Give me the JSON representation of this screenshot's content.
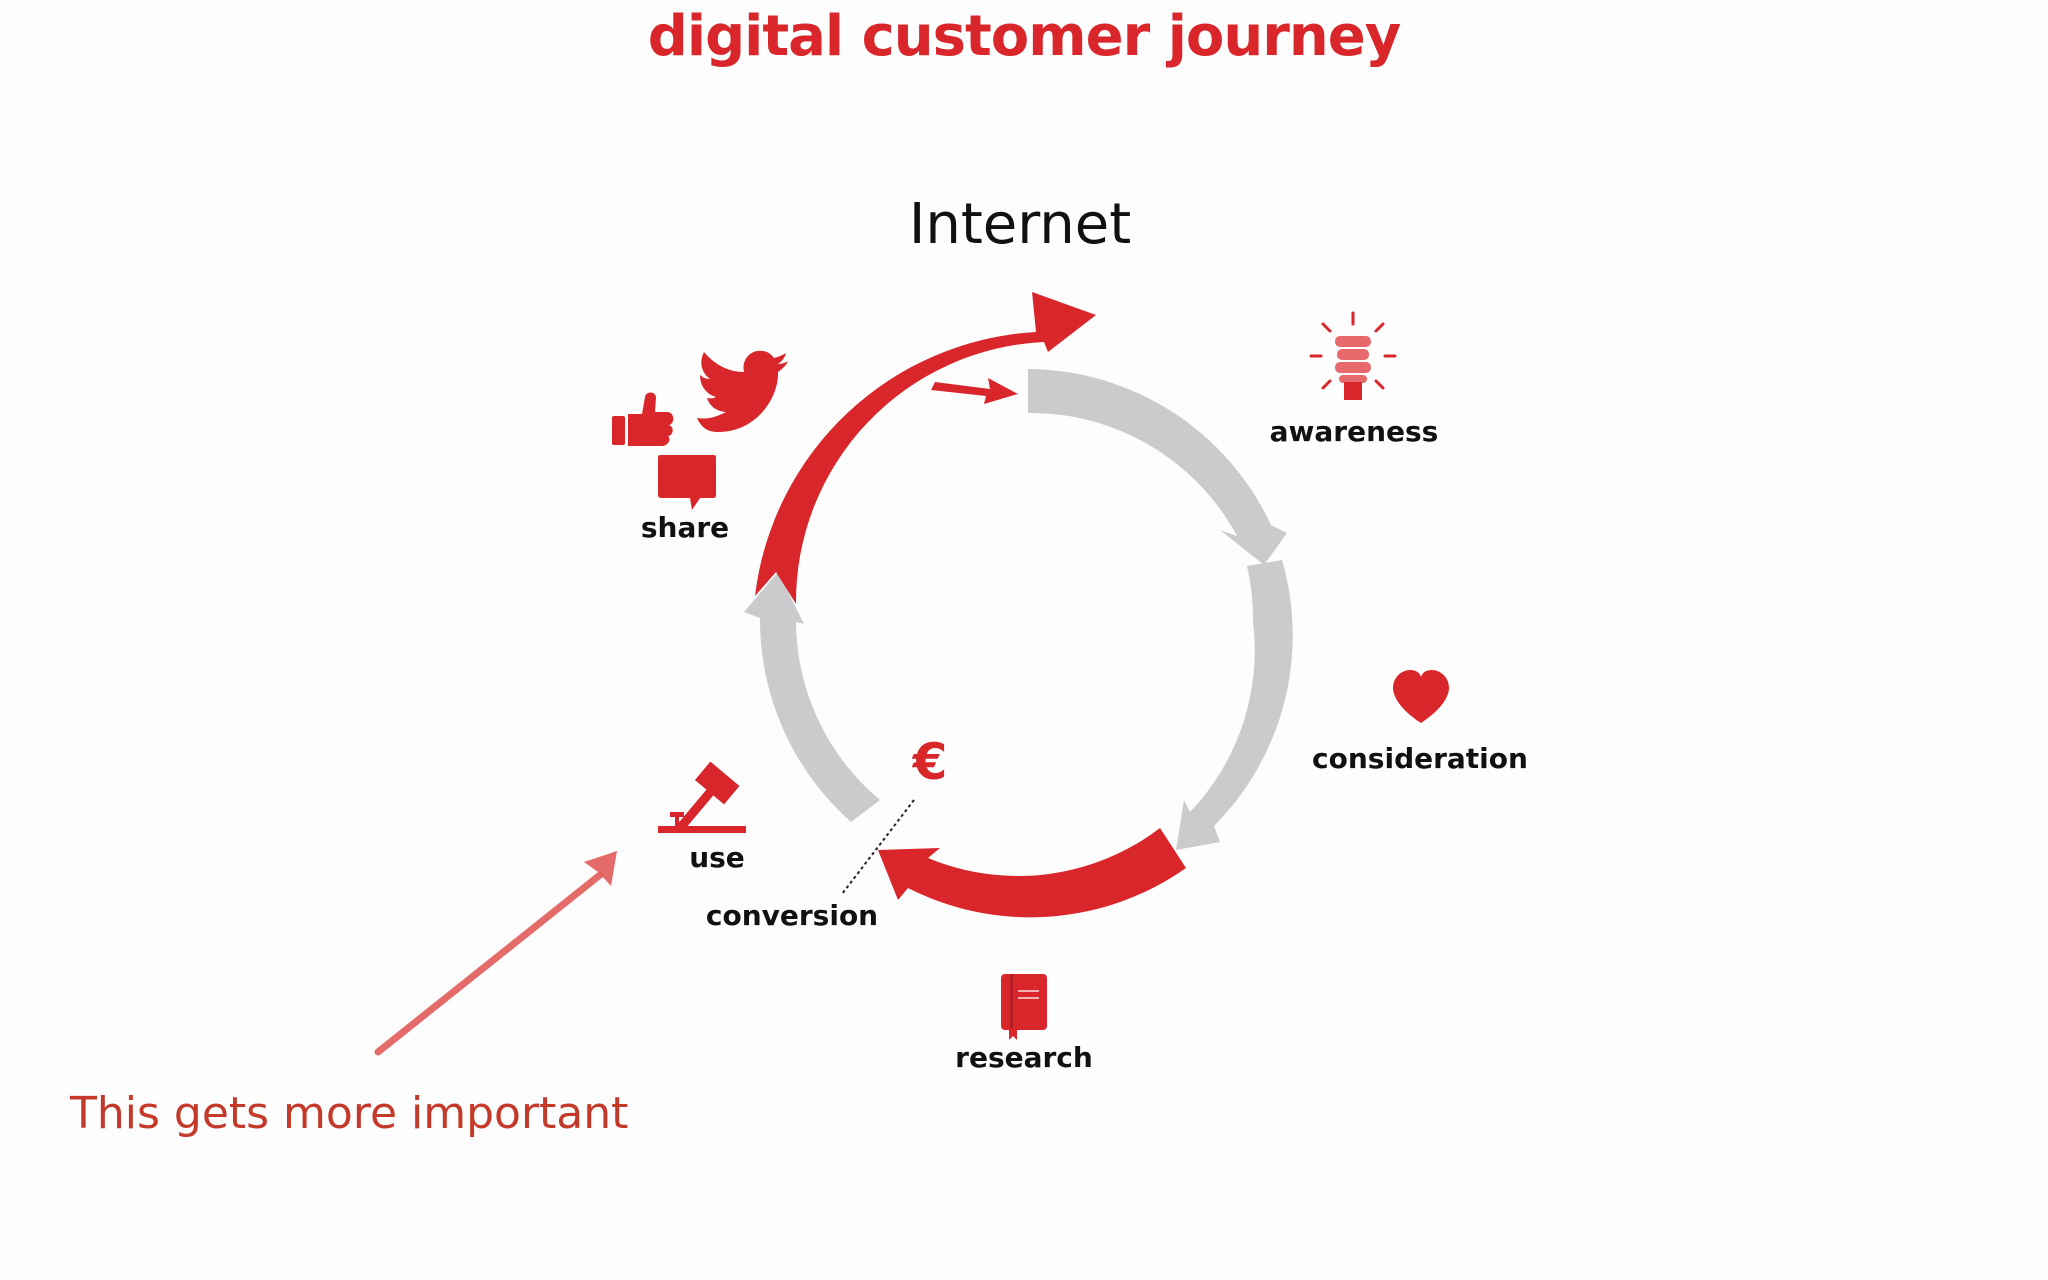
{
  "title": "digital customer journey",
  "subtitle": "Internet",
  "stages": {
    "awareness": "awareness",
    "consideration": "consideration",
    "research": "research",
    "conversion": "conversion",
    "use": "use",
    "share": "share"
  },
  "currency_symbol": "€",
  "annotation": "This gets more important",
  "colors": {
    "accent_red": "#d8262b",
    "light_red": "#e8696b",
    "gray": "#cbcacd",
    "annotation_red": "#c43a2a",
    "label_black": "#111111"
  },
  "icons": {
    "awareness": "lightbulb-icon",
    "consideration": "heart-icon",
    "research": "book-icon",
    "conversion": "euro-icon",
    "use": "hammer-icon",
    "share": [
      "thumbs-up-icon",
      "twitter-bird-icon",
      "speech-bubble-icon"
    ]
  }
}
